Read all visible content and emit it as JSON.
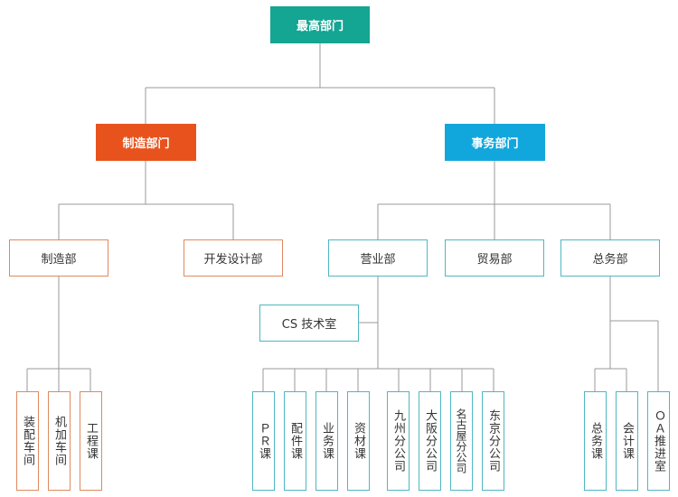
{
  "top": "最高部门",
  "manufacturing_dept": "制造部门",
  "affairs_dept": "事务部门",
  "mfg_division": "制造部",
  "dev_design_division": "开发设计部",
  "sales_division": "营业部",
  "trade_division": "贸易部",
  "general_affairs_division": "总务部",
  "cs_tech_room": "CS 技术室",
  "mfg_sections": [
    "装配车间",
    "机加车间",
    "工程课"
  ],
  "sales_sections": [
    "ＰＲ课",
    "配件课",
    "业务课",
    "资材课",
    "九州分公司",
    "大阪分公司",
    "名古屋分公司",
    "东京分公司"
  ],
  "ga_sections": [
    "总务课",
    "会计课",
    "ＯＡ推进室"
  ],
  "colors": {
    "top": "#14a593",
    "manufacturing": "#e8531d",
    "affairs": "#12a7dc",
    "line": "#9a9a9a"
  }
}
